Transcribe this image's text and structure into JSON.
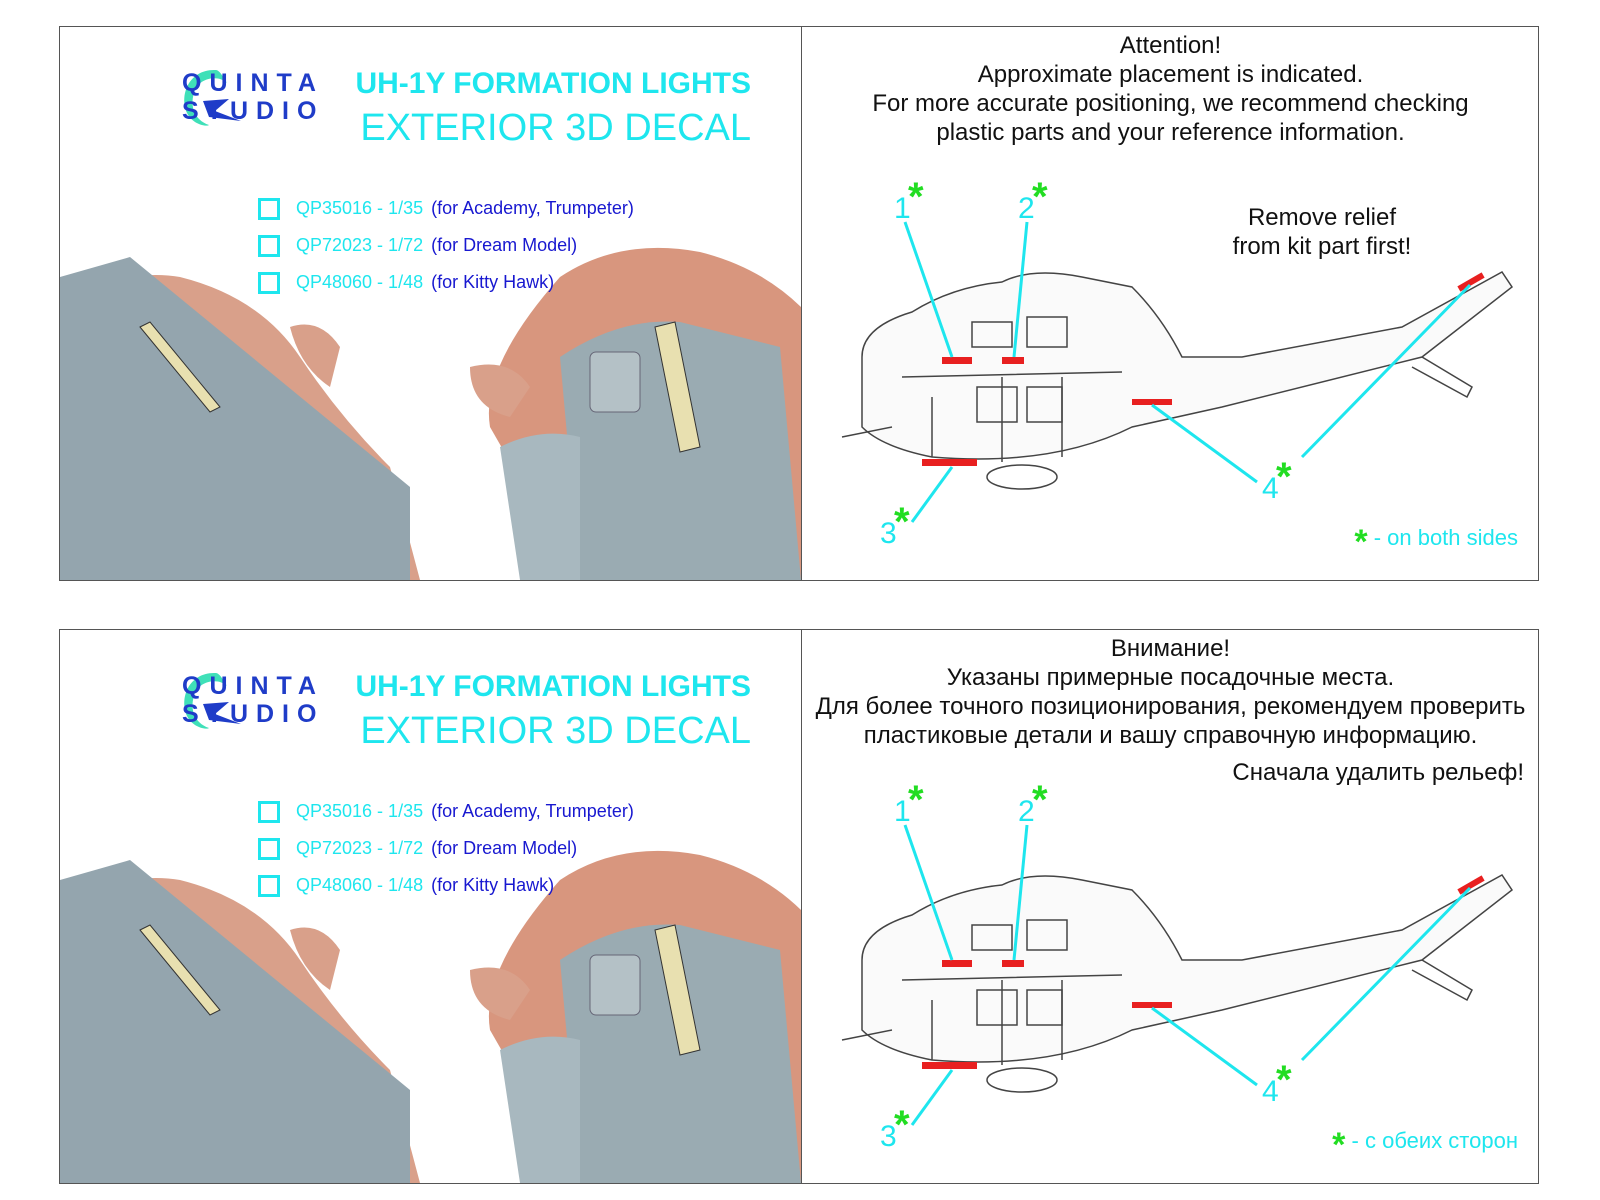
{
  "panels": [
    {
      "lang": "en",
      "brand": {
        "line1": "QUINTA",
        "line2": "STUDIO"
      },
      "title": "UH-1Y FORMATION LIGHTS",
      "subtitle": "EXTERIOR 3D DECAL",
      "options": [
        {
          "code": "QP35016 - 1/35",
          "for": "(for Academy, Trumpeter)"
        },
        {
          "code": "QP72023 - 1/72",
          "for": "(for Dream Model)"
        },
        {
          "code": "QP48060 - 1/48",
          "for": "(for Kitty Hawk)"
        }
      ],
      "attention": [
        "Attention!",
        "Approximate placement is indicated.",
        "For more accurate positioning, we recommend checking",
        "plastic parts and your reference information."
      ],
      "relief": [
        "Remove relief",
        "from kit part first!"
      ],
      "markers": [
        "1",
        "2",
        "3",
        "4"
      ],
      "star": "*",
      "legend": "- on both sides"
    },
    {
      "lang": "ru",
      "brand": {
        "line1": "QUINTA",
        "line2": "STUDIO"
      },
      "title": "UH-1Y FORMATION LIGHTS",
      "subtitle": "EXTERIOR 3D DECAL",
      "options": [
        {
          "code": "QP35016 - 1/35",
          "for": "(for Academy, Trumpeter)"
        },
        {
          "code": "QP72023 - 1/72",
          "for": "(for Dream Model)"
        },
        {
          "code": "QP48060 - 1/48",
          "for": "(for Kitty Hawk)"
        }
      ],
      "attention": [
        "Внимание!",
        "Указаны примерные посадочные места.",
        "Для более точного позиционирования, рекомендуем проверить",
        "пластиковые детали и вашу справочную информацию."
      ],
      "relief": [
        "Сначала удалить рельеф!"
      ],
      "markers": [
        "1",
        "2",
        "3",
        "4"
      ],
      "star": "*",
      "legend": "- с обеих сторон"
    }
  ],
  "colors": {
    "accent": "#1ee6ee",
    "brand": "#1f3cc8",
    "star": "#22dd22",
    "light": "#e82020"
  }
}
